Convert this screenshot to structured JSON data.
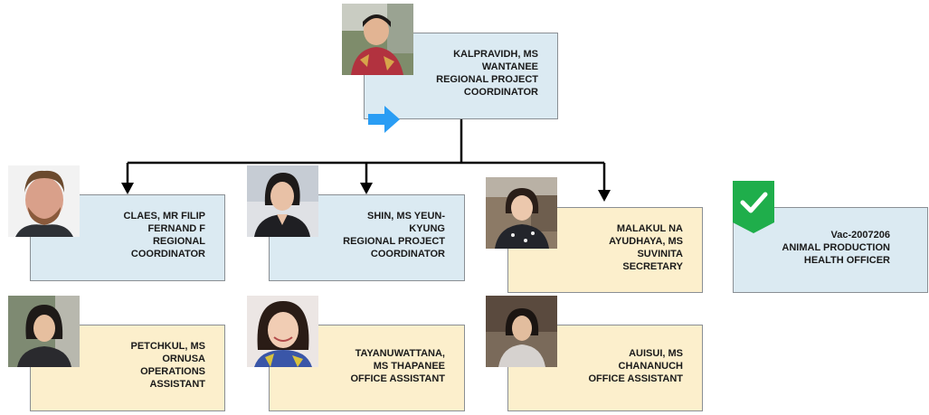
{
  "colors": {
    "staff_box": "#dbeaf2",
    "support_box": "#fcefcc",
    "border": "#8a8f94",
    "connector": "#000000",
    "arrow_accent": "#2a9df4",
    "check_badge": "#1fae4b"
  },
  "head": {
    "name_line1": "KALPRAVIDH, MS",
    "name_line2": "WANTANEE",
    "title_line1": "REGIONAL PROJECT",
    "title_line2": "COORDINATOR",
    "indicator_icon": "arrow-right-icon"
  },
  "reports": [
    {
      "lines": [
        "CLAES, MR FILIP",
        "FERNAND F",
        "REGIONAL",
        "COORDINATOR"
      ]
    },
    {
      "lines": [
        "SHIN, MS YEUN-",
        "KYUNG",
        "REGIONAL PROJECT",
        "COORDINATOR"
      ]
    },
    {
      "lines": [
        "MALAKUL NA",
        "AYUDHAYA, MS",
        "SUVINITA",
        "SECRETARY"
      ]
    },
    {
      "lines": [
        "Vac-2007206",
        "ANIMAL PRODUCTION",
        "HEALTH OFFICER"
      ],
      "badge_icon": "checkmark-icon"
    }
  ],
  "assistants": [
    {
      "lines": [
        "PETCHKUL, MS",
        "ORNUSA",
        "OPERATIONS",
        "ASSISTANT"
      ]
    },
    {
      "lines": [
        "TAYANUWATTANA,",
        "MS THAPANEE",
        "OFFICE ASSISTANT"
      ]
    },
    {
      "lines": [
        "AUISUI, MS",
        "CHANANUCH",
        "OFFICE ASSISTANT"
      ]
    }
  ]
}
